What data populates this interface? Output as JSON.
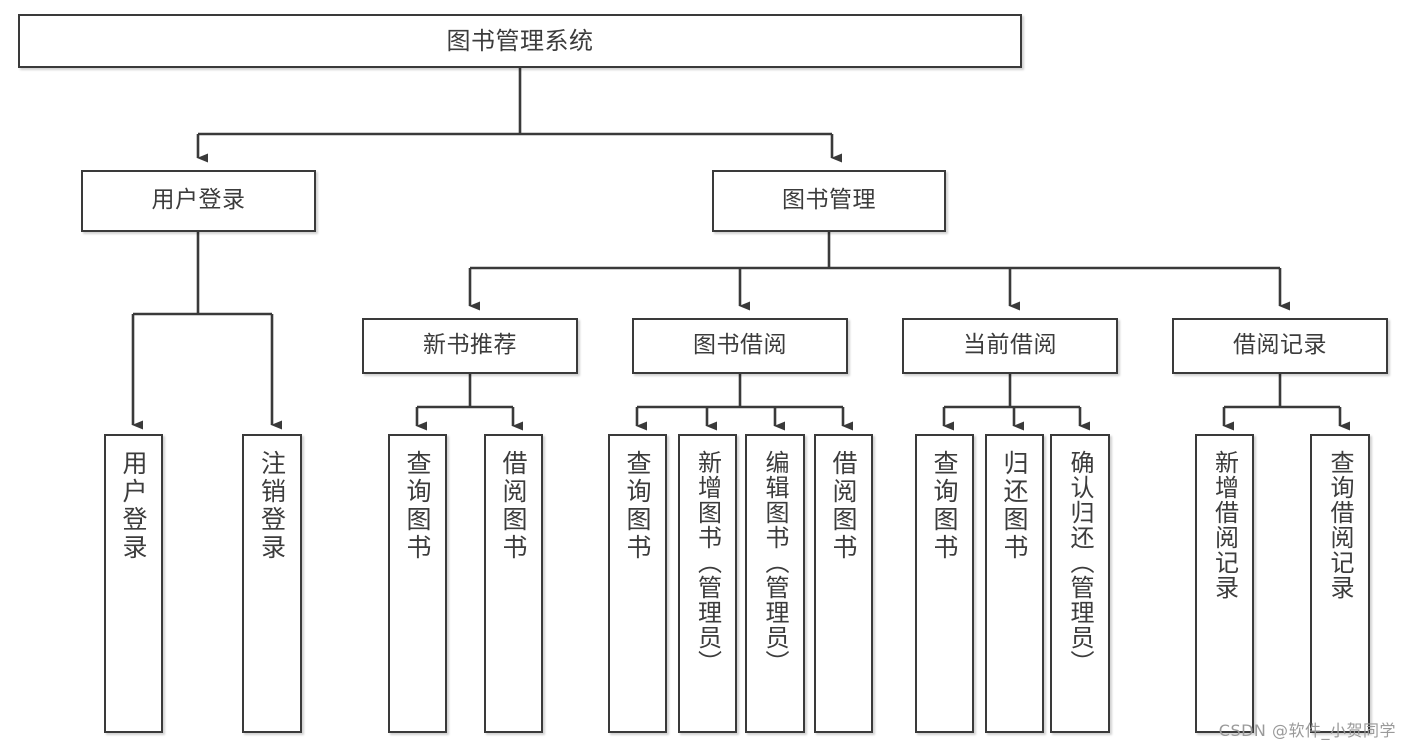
{
  "diagram": {
    "title": "图书管理系统",
    "type": "tree-hierarchy",
    "watermark": "CSDN @软件_小贺同学",
    "colors": {
      "box_border": "#3a3a3a",
      "text": "#3c3c3c",
      "connector": "#3a3a3a",
      "background": "#ffffff",
      "watermark": "#9a9a9a"
    },
    "root": {
      "label": "图书管理系统"
    },
    "level2": [
      {
        "label": "用户登录"
      },
      {
        "label": "图书管理"
      }
    ],
    "level3": [
      {
        "label": "新书推荐"
      },
      {
        "label": "图书借阅"
      },
      {
        "label": "当前借阅"
      },
      {
        "label": "借阅记录"
      }
    ],
    "leaves": {
      "user_login": [
        {
          "label": "用户登录"
        },
        {
          "label": "注销登录"
        }
      ],
      "new_book_recommend": [
        {
          "label": "查询图书"
        },
        {
          "label": "借阅图书"
        }
      ],
      "book_borrow": [
        {
          "label": "查询图书"
        },
        {
          "label": "新增图书（管理员）"
        },
        {
          "label": "编辑图书（管理员）"
        },
        {
          "label": "借阅图书"
        }
      ],
      "current_borrow": [
        {
          "label": "查询图书"
        },
        {
          "label": "归还图书"
        },
        {
          "label": "确认归还（管理员）"
        }
      ],
      "borrow_record": [
        {
          "label": "新增借阅记录"
        },
        {
          "label": "查询借阅记录"
        }
      ]
    }
  }
}
